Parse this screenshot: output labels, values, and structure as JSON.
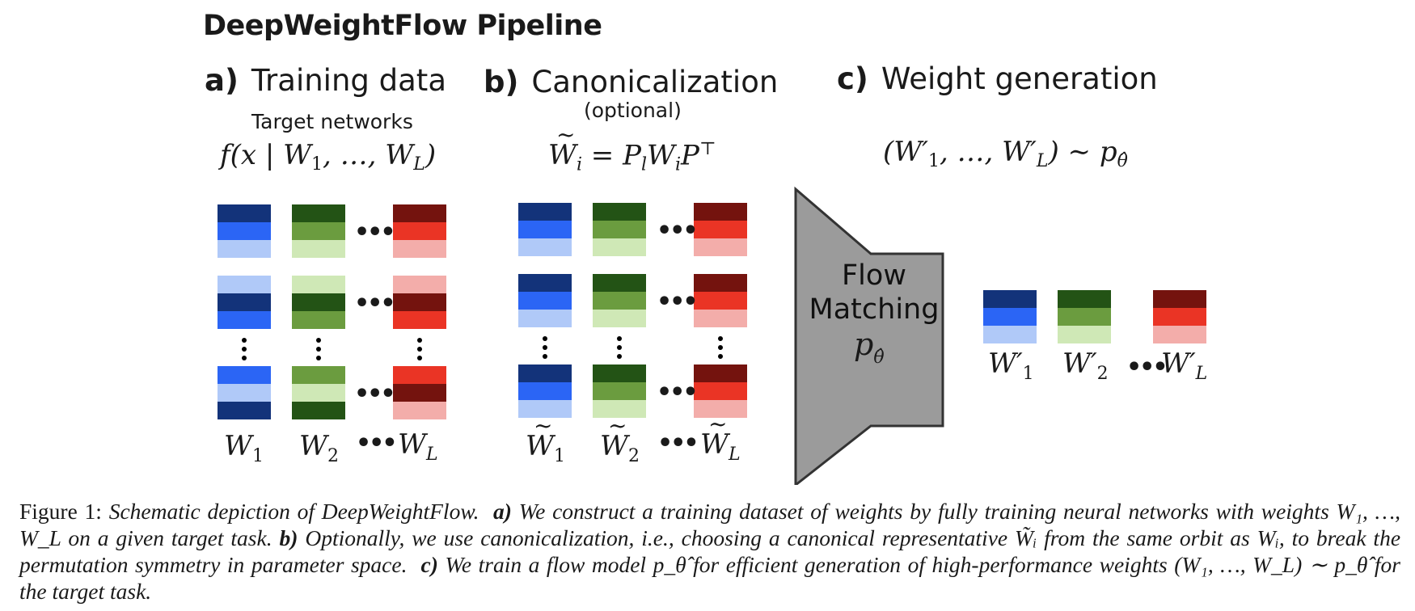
{
  "title": "DeepWeightFlow Pipeline",
  "colors": {
    "blue": {
      "dark": "#13337a",
      "mid": "#2b65f5",
      "light": "#b0c9f8"
    },
    "green": {
      "dark": "#235315",
      "mid": "#6b9c3f",
      "light": "#cfe8b6"
    },
    "red": {
      "dark": "#74130e",
      "mid": "#ea3425",
      "light": "#f3adaa"
    },
    "flow_box_fill": "#9b9b9b",
    "flow_box_stroke": "#333333"
  },
  "sections": {
    "a": {
      "letter": "a)",
      "heading": "Training data",
      "subheading": "Target networks",
      "formula": "f(x | W₁, …, W_L)",
      "formula_parts": {
        "prefix": "f(x | W",
        "s1": "1",
        "mid": ", …, W",
        "sL": "L",
        "suffix": ")"
      },
      "grid": [
        [
          "dark-mid-light",
          "dark-mid-light",
          "dark-mid-light"
        ],
        [
          "light-dark-mid",
          "light-dark-mid",
          "light-dark-mid"
        ],
        [
          "mid-light-dark",
          "mid-light-dark",
          "mid-dark-light"
        ]
      ],
      "labels": {
        "w1": "W",
        "w1_sub": "1",
        "w2": "W",
        "w2_sub": "2",
        "wL": "W",
        "wL_sub": "L"
      }
    },
    "b": {
      "letter": "b)",
      "heading": "Canonicalization",
      "subheading": "(optional)",
      "formula": "W̃ᵢ = PₗWᵢPᵀ",
      "formula_parts": {
        "lhs": "W",
        "lhs_sub": "i",
        "eq": " = P",
        "p_sub": "l",
        "w": "W",
        "w_sub": "i",
        "p2": "P",
        "sup": "⊤"
      },
      "grid": [
        [
          "dark-mid-light",
          "dark-mid-light",
          "dark-mid-light"
        ],
        [
          "dark-mid-light",
          "dark-mid-light",
          "dark-mid-light"
        ],
        [
          "dark-mid-light",
          "dark-mid-light",
          "dark-mid-light"
        ]
      ],
      "labels": {
        "w1": "W",
        "w1_sub": "1",
        "w2": "W",
        "w2_sub": "2",
        "wL": "W",
        "wL_sub": "L"
      }
    },
    "c": {
      "letter": "c)",
      "heading": "Weight generation",
      "formula": "(W′₁, …, W′_L) ~ p_θ̂",
      "formula_parts": {
        "open": "(W′",
        "s1": "1",
        "mid": ", …, W′",
        "sL": "L",
        "close": ") ∼ p",
        "theta": "θ̂"
      },
      "model_line1": "Flow",
      "model_line2": "Matching",
      "model_symbol": "p",
      "model_symbol_sub": "θ̂",
      "labels": {
        "w1": "W′",
        "w1_sub": "1",
        "w2": "W′",
        "w2_sub": "2",
        "wL": "W′",
        "wL_sub": "L"
      }
    }
  },
  "ellipsis": "•••",
  "caption": {
    "lead": "Figure 1: ",
    "t1": "Schematic depiction of DeepWeightFlow.",
    "a_label": "a)",
    "a_text": "We construct a training dataset of weights by fully training neural networks with weights W₁, …, W_L on a given target task.",
    "b_label": "b)",
    "b_text": "Optionally, we use canonicalization, i.e., choosing a canonical representative W̃ᵢ from the same orbit as Wᵢ, to break the permutation symmetry in parameter space.",
    "c_label": "c)",
    "c_text": "We train a flow model p_θ̂ for efficient generation of high-performance weights (W₁, …, W_L) ∼ p_θ̂ for the target task."
  }
}
